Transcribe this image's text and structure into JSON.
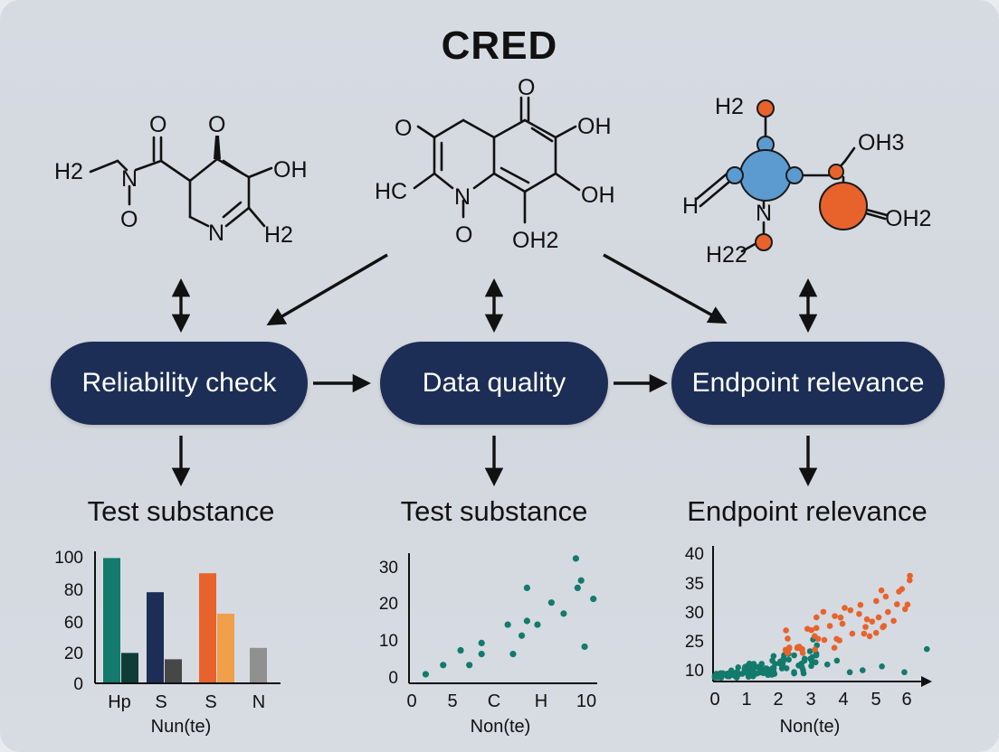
{
  "title": "CRED",
  "molecules": {
    "left": {
      "labels": [
        "H2",
        "N",
        "O",
        "O",
        "O",
        "OH",
        "N",
        "H2"
      ]
    },
    "center": {
      "labels": [
        "O",
        "O",
        "OH",
        "HC",
        "N",
        "O",
        "OH",
        "OH2"
      ]
    },
    "right": {
      "labels": [
        "H2",
        "OH3",
        "H",
        "N",
        "OH2",
        "H22"
      ],
      "colors": {
        "blue": "#5b9bd0",
        "orange": "#e8632c"
      }
    }
  },
  "boxes": [
    "Reliability check",
    "Data quality",
    "Endpoint relevance"
  ],
  "sublabels": [
    "Test substance",
    "Test substance",
    "Endpoint relevance"
  ],
  "charts": {
    "bar": {
      "type": "bar",
      "categories": [
        "Hp",
        "S",
        "S",
        "N"
      ],
      "yticks": [
        "100",
        "80",
        "60",
        "20",
        "0"
      ],
      "xlabel": "Nun(te)",
      "bars": [
        {
          "value": 99,
          "color": "#137a6c"
        },
        {
          "value": 24,
          "color": "#0f3d36"
        },
        {
          "value": 72,
          "color": "#1c2e55"
        },
        {
          "value": 19,
          "color": "#474747"
        },
        {
          "value": 87,
          "color": "#e8632c"
        },
        {
          "value": 55,
          "color": "#f0a04a"
        },
        {
          "value": 28,
          "color": "#909090"
        }
      ]
    },
    "scatter1": {
      "type": "scatter",
      "xticks": [
        "0",
        "5",
        "C",
        "H",
        "10"
      ],
      "yticks": [
        "30",
        "20",
        "10",
        "0"
      ],
      "xlabel": "Non(te)",
      "color": "#137a6c",
      "points": [
        [
          0.8,
          0.5
        ],
        [
          1.8,
          3
        ],
        [
          2.8,
          7
        ],
        [
          3.3,
          3
        ],
        [
          4,
          9
        ],
        [
          4,
          6
        ],
        [
          5.5,
          14
        ],
        [
          5.8,
          6
        ],
        [
          6.3,
          11
        ],
        [
          6.6,
          24
        ],
        [
          6.6,
          15
        ],
        [
          7.2,
          14
        ],
        [
          8,
          20
        ],
        [
          8.7,
          17
        ],
        [
          9.4,
          32
        ],
        [
          9.5,
          24
        ],
        [
          9.7,
          26
        ],
        [
          9.9,
          8
        ],
        [
          10.4,
          21
        ]
      ]
    },
    "scatter2": {
      "type": "scatter",
      "xticks": [
        "0",
        "1",
        "2",
        "3",
        "4",
        "5",
        "6"
      ],
      "yticks": [
        "40",
        "35",
        "30",
        "25",
        "10"
      ],
      "xlabel": "Non(te)",
      "colors": [
        "#137a6c",
        "#e8632c"
      ]
    }
  },
  "colors": {
    "navy": "#1c2e55",
    "teal": "#137a6c",
    "orange": "#e8632c",
    "background": "#d6dbe2"
  }
}
